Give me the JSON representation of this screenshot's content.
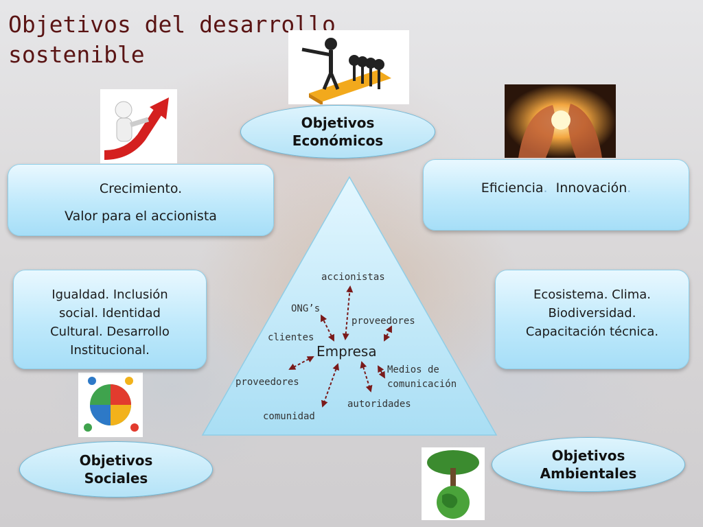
{
  "title": {
    "line1": "Objetivos del desarrollo",
    "line2": "sostenible"
  },
  "ovals": {
    "economicos": {
      "line1": "Objetivos",
      "line2": "Económicos"
    },
    "sociales": {
      "line1": "Objetivos",
      "line2": "Sociales"
    },
    "ambientales": {
      "line1": "Objetivos",
      "line2": "Ambientales"
    }
  },
  "boxes": {
    "economico": {
      "line1": "Crecimiento.",
      "line2": "Valor para el accionista"
    },
    "eficiencia": {
      "text1": "Eficiencia",
      "dot1": ".",
      "text2": "Innovación",
      "dot2": "."
    },
    "social": {
      "line1": "Igualdad.  Inclusión",
      "line2": "social.   Identidad",
      "line3": "Cultural. Desarrollo",
      "line4": "Institucional."
    },
    "ambiental": {
      "line1": "Ecosistema. Clima.",
      "line2": "Biodiversidad.",
      "line3": "Capacitación técnica."
    }
  },
  "pyramid": {
    "center": "Empresa",
    "stakeholders": {
      "accionistas": "accionistas",
      "ongs": "ONG’s",
      "proveedores_right": "proveedores",
      "clientes": "clientes",
      "medios_line1": "Medios de",
      "medios_line2": "comunicación",
      "proveedores_left": "proveedores",
      "autoridades": "autoridades",
      "comunidad": "comunidad"
    }
  },
  "colors": {
    "title": "#5a1414",
    "box": "#bfe9fb",
    "arrow": "#7a1a1a",
    "dot_accent": "#8ab4d4"
  },
  "icons": [
    "leader-figures-icon",
    "growth-arrow-figure-icon",
    "lightbulb-hands-icon",
    "puzzle-figures-icon",
    "tree-globe-icon"
  ]
}
